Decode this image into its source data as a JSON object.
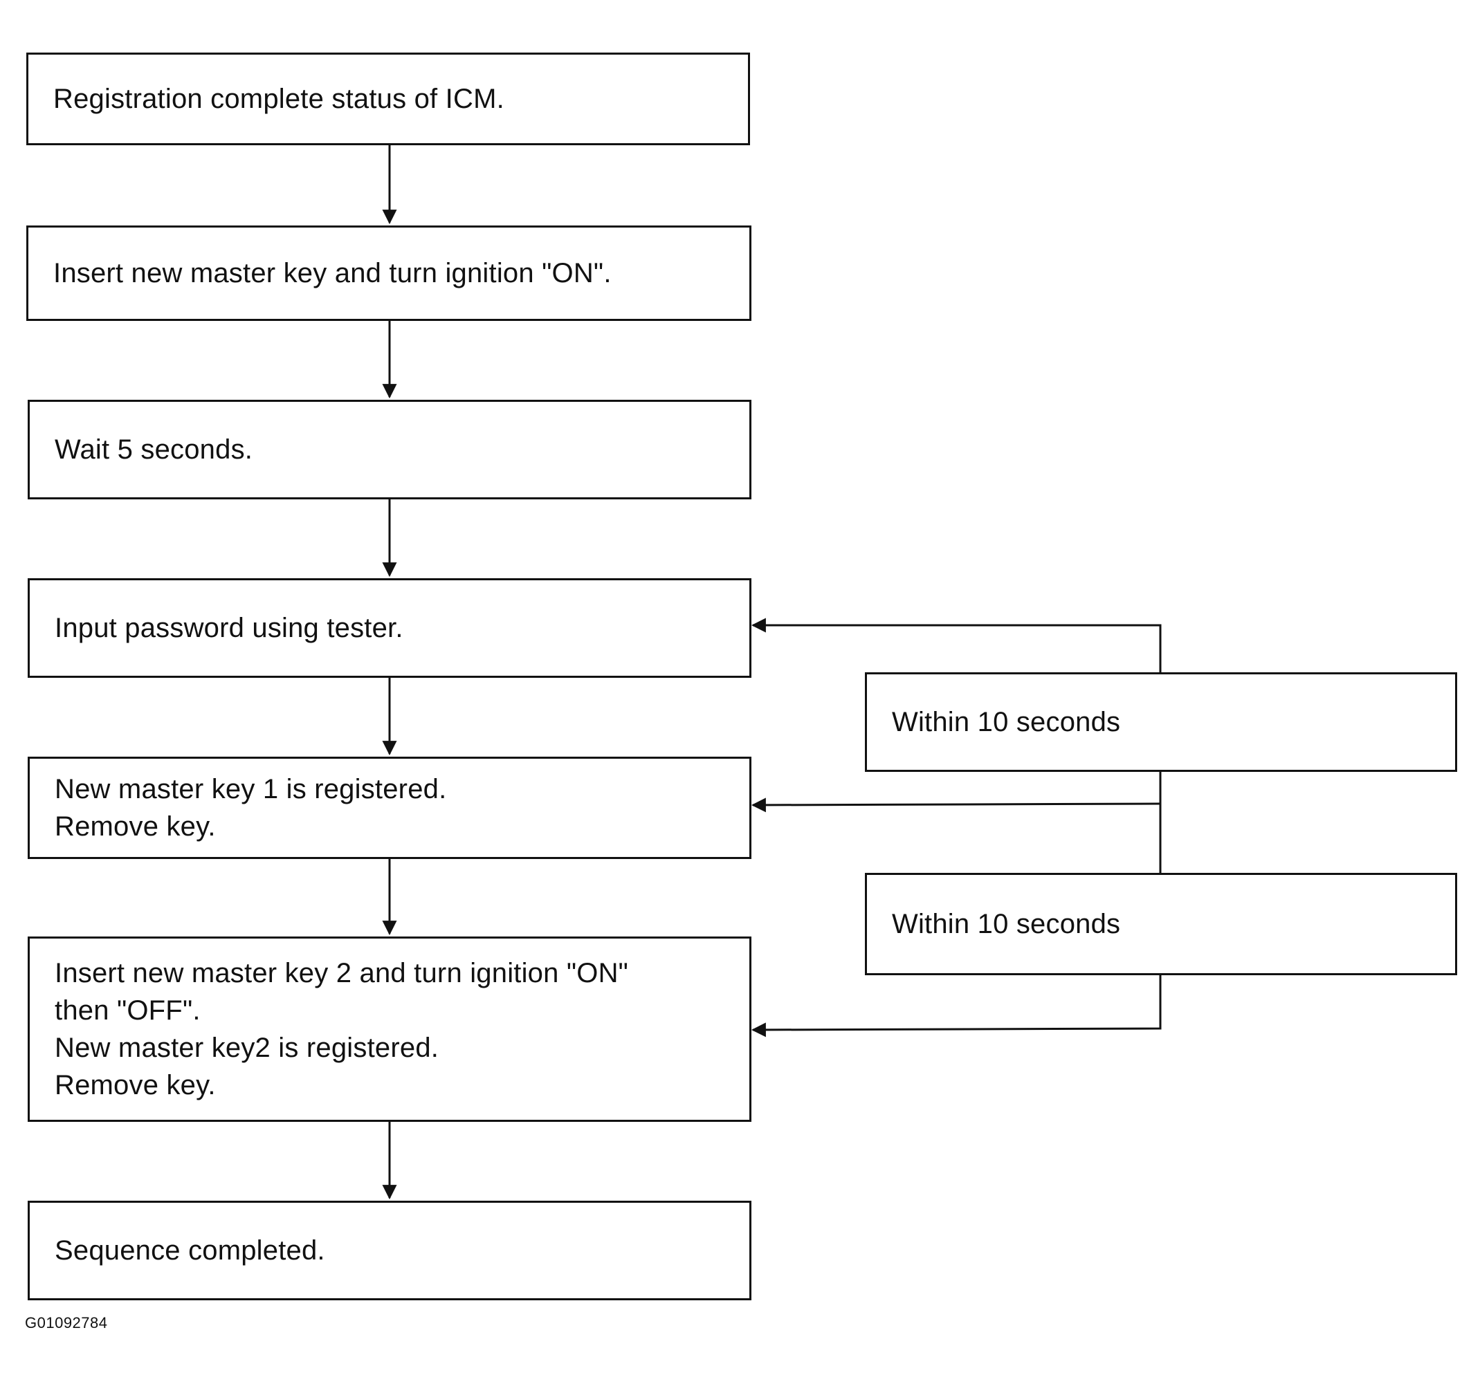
{
  "steps": [
    {
      "id": "step-1",
      "lines": [
        "Registration complete status of ICM."
      ]
    },
    {
      "id": "step-2",
      "lines": [
        "Insert new master key and turn ignition \"ON\"."
      ]
    },
    {
      "id": "step-3",
      "lines": [
        "Wait 5 seconds."
      ]
    },
    {
      "id": "step-4",
      "lines": [
        "Input password using tester."
      ]
    },
    {
      "id": "step-5",
      "lines": [
        "New master key 1 is registered.",
        "Remove key."
      ]
    },
    {
      "id": "step-6",
      "lines": [
        "Insert new master key 2 and turn ignition \"ON\"",
        "then \"OFF\".",
        "New master key2 is registered.",
        "Remove key."
      ]
    },
    {
      "id": "step-7",
      "lines": [
        "Sequence completed."
      ]
    }
  ],
  "timing_notes": [
    {
      "label": "Within 10 seconds"
    },
    {
      "label": "Within 10 seconds"
    }
  ],
  "figure_id": "G01092784",
  "colors": {
    "stroke": "#111111",
    "background": "#ffffff"
  }
}
